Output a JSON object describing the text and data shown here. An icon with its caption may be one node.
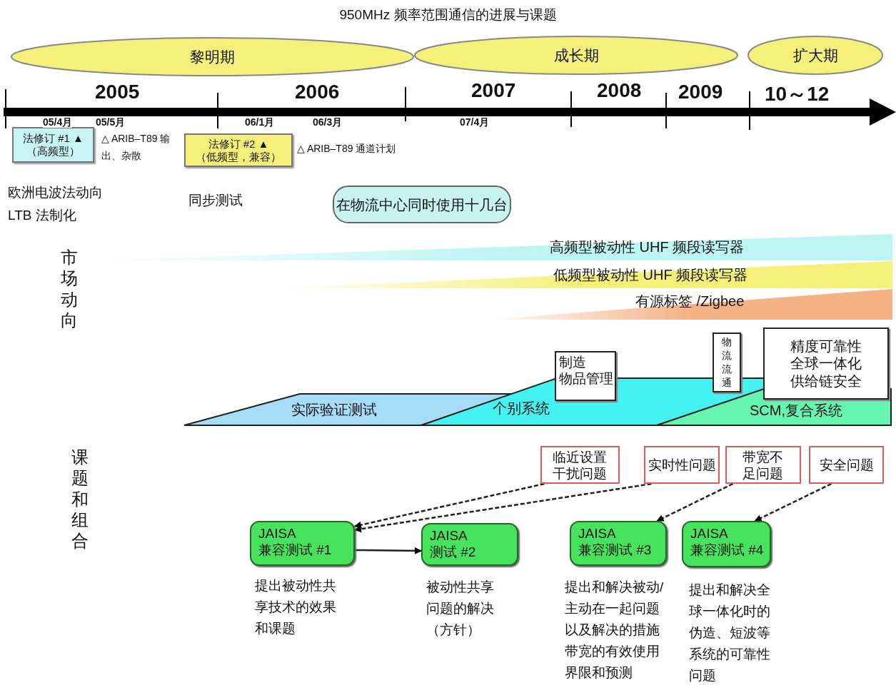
{
  "diagram": {
    "title": "950MHz 频率范围通信的进展与课题",
    "nodes": [
      {
        "text": [
          "黎明期"
        ]
      },
      {
        "text": [
          "成长期"
        ]
      },
      {
        "text": [
          "扩大期"
        ]
      },
      {
        "text": [
          "法修订 #1 ▲ （高频型）"
        ]
      },
      {
        "text": [
          "法修订 #2 ▲ （低频型，兼容）"
        ]
      },
      {
        "text": [
          "在物流中心同时使用十几台"
        ]
      },
      {
        "text": [
          "高频型被动性 UHF 频段读写器"
        ]
      },
      {
        "text": [
          "低频型被动性 UHF 频段读写器"
        ]
      },
      {
        "text": [
          "有源标签 /Zigbee"
        ]
      },
      {
        "text": [
          "实际验证测试"
        ]
      },
      {
        "text": [
          "个别系统"
        ]
      },
      {
        "text": [
          "SCM,复合系统"
        ]
      },
      {
        "text": [
          "制造",
          "物品管理"
        ]
      },
      {
        "text": [
          "物流流通"
        ]
      },
      {
        "text": [
          "精度可靠性",
          "全球一体化",
          "供给链安全"
        ]
      },
      {
        "text": [
          "临近设置干扰问题"
        ]
      },
      {
        "text": [
          "实时性问题"
        ]
      },
      {
        "text": [
          "带宽不足问题"
        ]
      },
      {
        "text": [
          "安全问题"
        ]
      },
      {
        "text": [
          "JAISA 兼容测试 #1"
        ],
        "beside": [
          "提出被动性共享技术的效果和课题"
        ]
      },
      {
        "text": [
          "JAISA 测试 #2"
        ],
        "beside": [
          "被动性共享问题的解决（方针）"
        ]
      },
      {
        "text": [
          "JAISA 兼容测试 #3"
        ],
        "beside": [
          "提出和解决被动/主动在一起问题以及解决的措施带宽的有效使用界限和预测"
        ]
      },
      {
        "text": [
          "JAISA 兼容测试 #4"
        ],
        "beside": [
          "提出和解决全球一体化时的伪造、短波等系统的可靠性问题"
        ]
      }
    ],
    "edges": [
      {
        "from": 15,
        "to": 19,
        "arrow": "to",
        "style": "dashed"
      },
      {
        "from": 16,
        "to": 19,
        "arrow": "to",
        "style": "dashed"
      },
      {
        "from": 19,
        "to": 20,
        "arrow": "to"
      },
      {
        "from": 17,
        "to": 21,
        "arrow": "to",
        "style": "dashed"
      },
      {
        "from": 18,
        "to": 22,
        "arrow": "to",
        "style": "dashed"
      }
    ],
    "labels": [
      "2005",
      "2006",
      "2007",
      "2008",
      "2009",
      "10～12",
      "05/4月",
      "05/5月",
      "06/1月",
      "06/3月",
      "07/4月",
      "△ ARIB–T89 输出、杂散",
      "△ ARIB–T89 通道计划",
      "欧洲电波法动向 LTB 法制化",
      "同步测试",
      "市场动向",
      "课题和组合"
    ]
  }
}
